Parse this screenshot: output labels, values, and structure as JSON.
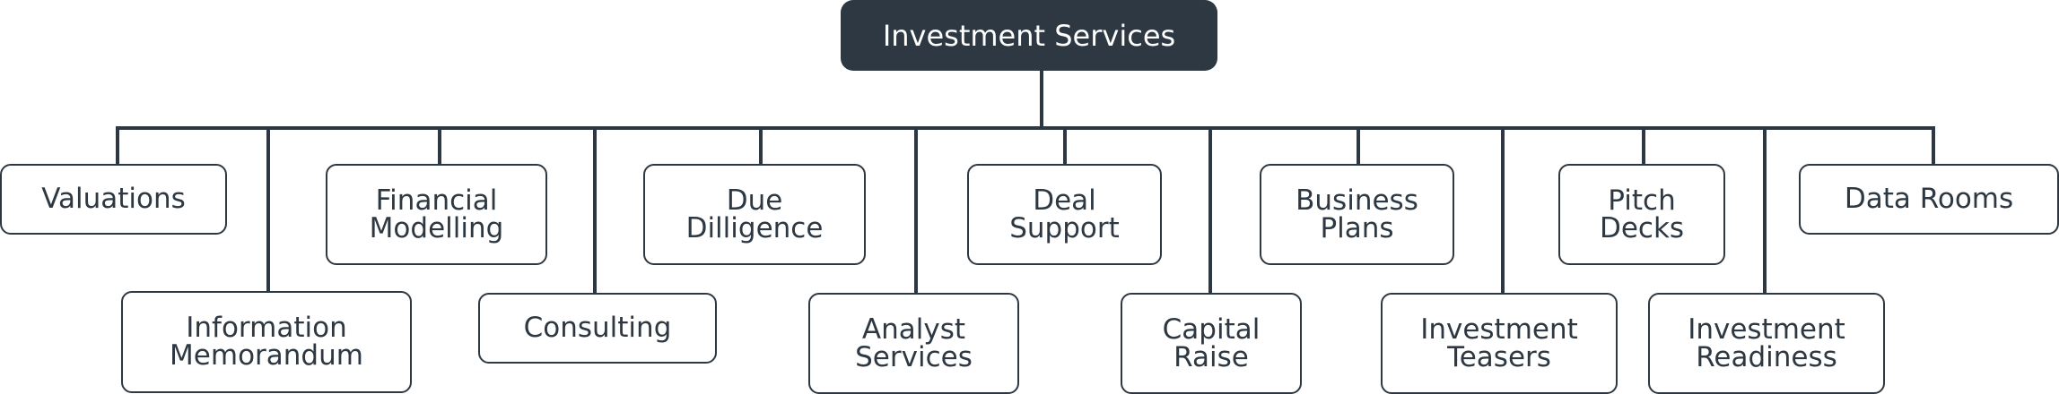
{
  "diagram": {
    "root": {
      "label": "Investment Services"
    },
    "nodes": [
      {
        "id": "valuations",
        "label": "Valuations"
      },
      {
        "id": "information-memorandum",
        "label": "Information\nMemorandum"
      },
      {
        "id": "financial-modelling",
        "label": "Financial\nModelling"
      },
      {
        "id": "consulting",
        "label": "Consulting"
      },
      {
        "id": "due-dilligence",
        "label": "Due\nDilligence"
      },
      {
        "id": "analyst-services",
        "label": "Analyst\nServices"
      },
      {
        "id": "deal-support",
        "label": "Deal\nSupport"
      },
      {
        "id": "capital-raise",
        "label": "Capital\nRaise"
      },
      {
        "id": "business-plans",
        "label": "Business\nPlans"
      },
      {
        "id": "investment-teasers",
        "label": "Investment\nTeasers"
      },
      {
        "id": "pitch-decks",
        "label": "Pitch\nDecks"
      },
      {
        "id": "investment-readiness",
        "label": "Investment\nReadiness"
      },
      {
        "id": "data-rooms",
        "label": "Data Rooms"
      }
    ],
    "colors": {
      "root_fill": "#2d3842",
      "root_text": "#ffffff",
      "node_border": "#2d3842",
      "node_text": "#2d3842",
      "connector": "#2d3842",
      "background": "#ffffff"
    }
  }
}
